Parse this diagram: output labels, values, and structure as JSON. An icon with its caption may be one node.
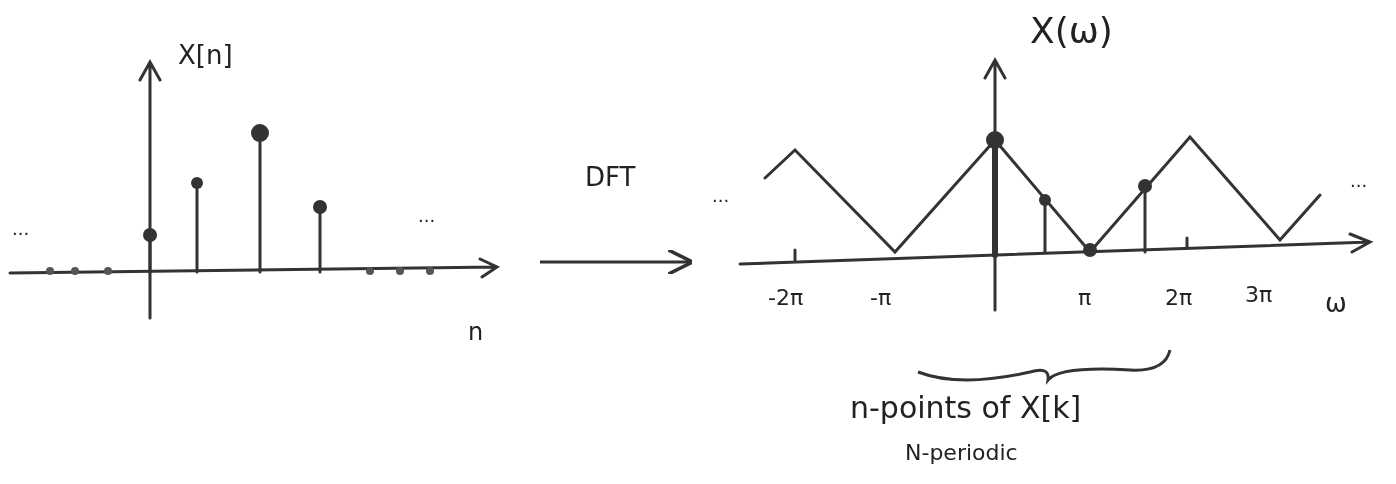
{
  "diagram": {
    "nodes": [
      {
        "text": [],
        "shape": "picture"
      },
      {
        "text": [],
        "shape": "picture"
      }
    ],
    "edges": [
      {
        "from": 0,
        "to": 1,
        "arrow": "to",
        "label": "DFT"
      }
    ],
    "labels": [
      "X[n]",
      "...",
      "...",
      "n",
      "X(ω)",
      "...",
      "...",
      "-2π",
      "-π",
      "π",
      "2π",
      "3π",
      "ω",
      "n-points of X[k]",
      "N-periodic"
    ]
  }
}
